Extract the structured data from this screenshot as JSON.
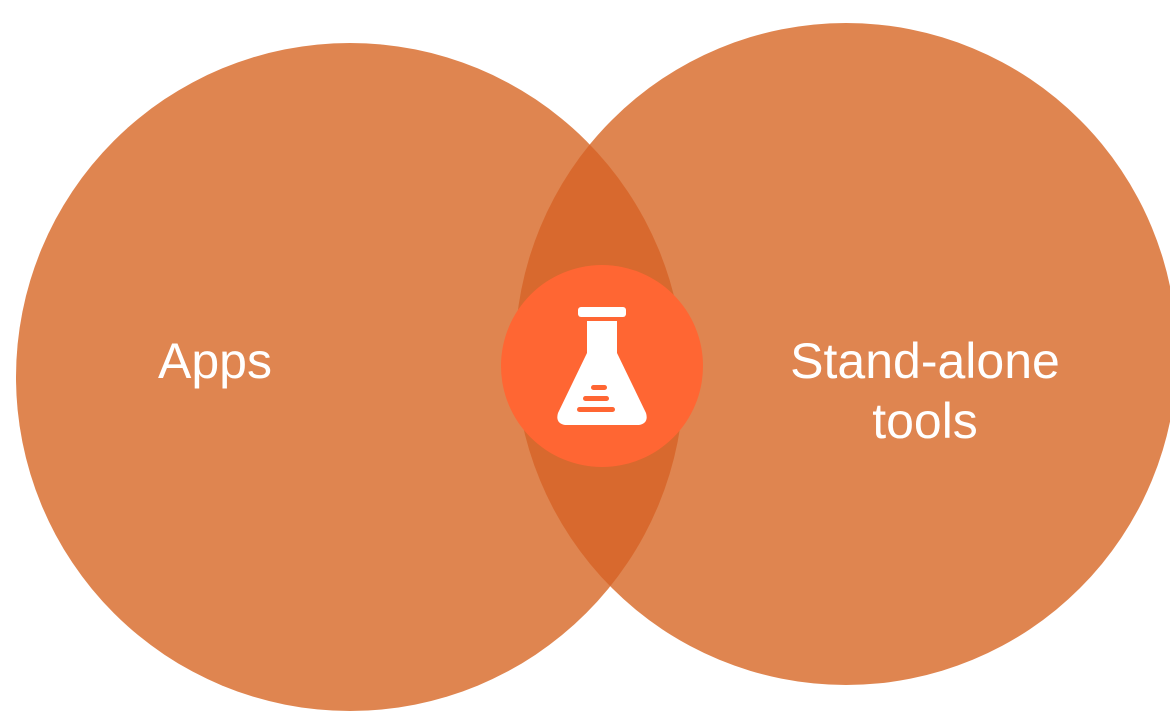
{
  "diagram": {
    "type": "venn",
    "left_set": {
      "label": "Apps"
    },
    "right_set": {
      "label_line1": "Stand-alone",
      "label_line2": "tools"
    },
    "intersection_icon": "flask-icon"
  },
  "colors": {
    "circle_fill": "#DF8550",
    "overlap_fill": "#D8692E",
    "badge_fill": "#FF6633",
    "text": "#FFFFFF",
    "icon": "#FFFFFF"
  }
}
